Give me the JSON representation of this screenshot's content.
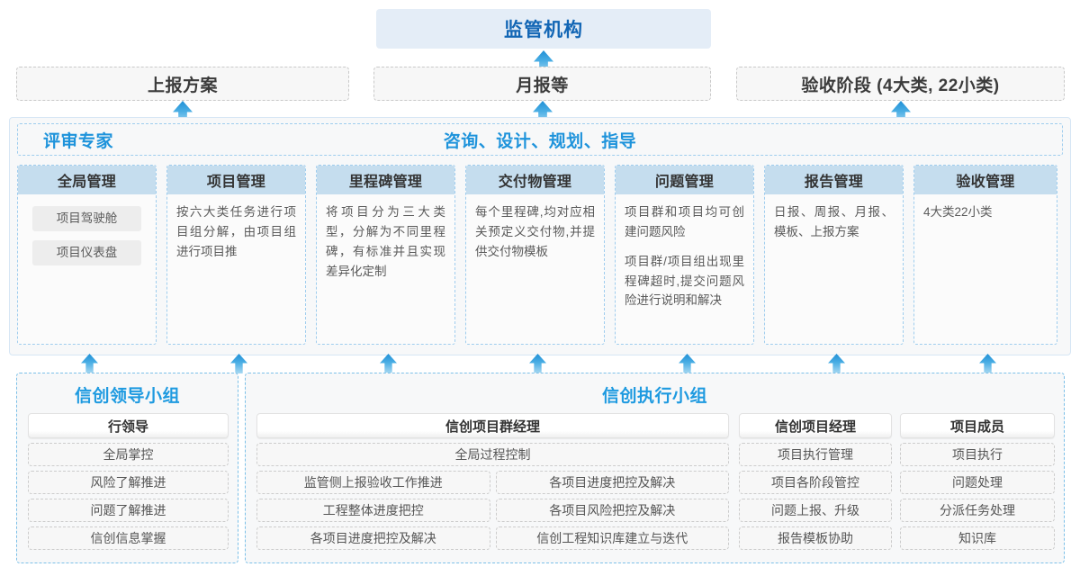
{
  "top": {
    "regulator": "监管机构",
    "reports": [
      "上报方案",
      "月报等",
      "验收阶段 (4大类, 22小类)"
    ]
  },
  "platform": {
    "left_role": "评审专家",
    "center_role": "咨询、设计、规划、指导",
    "columns": [
      {
        "title": "全局管理",
        "chips": [
          "项目驾驶舱",
          "项目仪表盘"
        ],
        "paragraphs": []
      },
      {
        "title": "项目管理",
        "chips": [],
        "paragraphs": [
          "按六大类任务进行项目组分解，由项目组进行项目推"
        ]
      },
      {
        "title": "里程碑管理",
        "chips": [],
        "paragraphs": [
          "将项目分为三大类型，分解为不同里程碑，有标准并且实现差异化定制"
        ]
      },
      {
        "title": "交付物管理",
        "chips": [],
        "paragraphs": [
          "每个里程碑,均对应相关预定义交付物,并提供交付物模板"
        ]
      },
      {
        "title": "问题管理",
        "chips": [],
        "paragraphs": [
          "项目群和项目均可创建问题风险",
          "项目群/项目组出现里程碑超时,提交问题风险进行说明和解决"
        ]
      },
      {
        "title": "报告管理",
        "chips": [],
        "paragraphs": [
          "日报、周报、月报、模板、上报方案"
        ]
      },
      {
        "title": "验收管理",
        "chips": [],
        "paragraphs": [
          "4大类22小类"
        ]
      }
    ]
  },
  "bottom": {
    "leadership": {
      "title": "信创领导小组",
      "role": "行领导",
      "tasks": [
        "全局掌控",
        "风险了解推进",
        "问题了解推进",
        "信创信息掌握"
      ]
    },
    "execution": {
      "title": "信创执行小组",
      "program_manager": {
        "role": "信创项目群经理",
        "full_task": "全局过程控制",
        "left_tasks": [
          "监管侧上报验收工作推进",
          "工程整体进度把控",
          "各项目进度把控及解决"
        ],
        "right_tasks": [
          "各项目进度把控及解决",
          "各项目风险把控及解决",
          "信创工程知识库建立与迭代"
        ]
      },
      "project_manager": {
        "role": "信创项目经理",
        "tasks": [
          "项目执行管理",
          "项目各阶段管控",
          "问题上报、升级",
          "报告模板协助"
        ]
      },
      "member": {
        "role": "项目成员",
        "tasks": [
          "项目执行",
          "问题处理",
          "分派任务处理",
          "知识库"
        ]
      }
    }
  },
  "colors": {
    "accent_blue": "#1e93db",
    "regulator_bg": "#e4edf7",
    "regulator_text": "#1266b5",
    "col_head_bg": "#c5ddee",
    "arrow": "#4aaee4"
  }
}
